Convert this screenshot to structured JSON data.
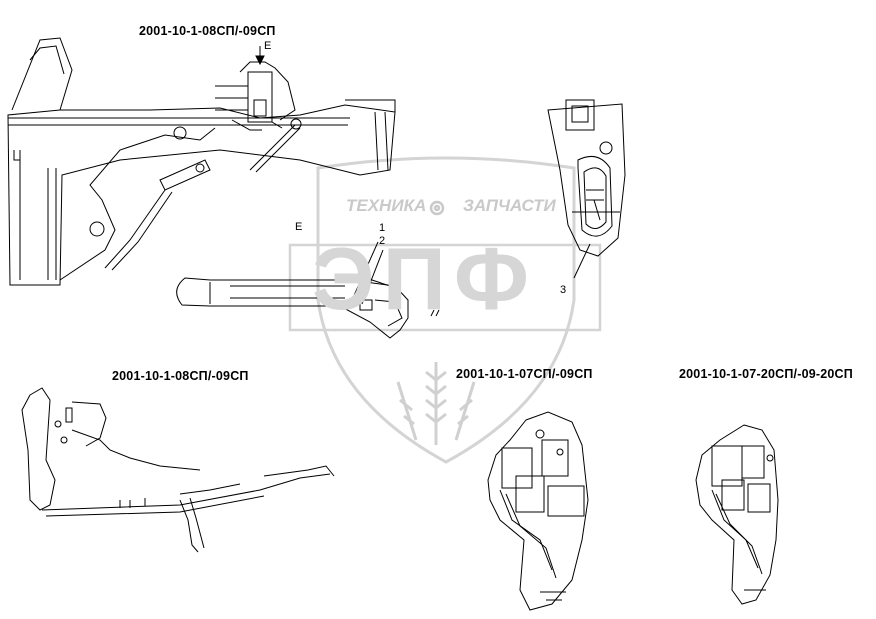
{
  "watermark": {
    "brand_small_left": "ТЕХНИКА",
    "brand_small_right": "ЗАПЧАСТИ",
    "brand_big": "ЭПФ",
    "color": "#c9c9c9"
  },
  "captions": {
    "top": "2001-10-1-08СП/-09СП",
    "bottom_left": "2001-10-1-08СП/-09СП",
    "bottom_middle": "2001-10-1-07СП/-09СП",
    "bottom_right": "2001-10-1-07-20СП/-09-20СП"
  },
  "callouts": {
    "view_arrow": "Е",
    "view_label": "Е",
    "item_1": "1",
    "item_2": "2",
    "item_3": "3"
  },
  "icons": [
    "gear-icon",
    "wheat-icon"
  ]
}
